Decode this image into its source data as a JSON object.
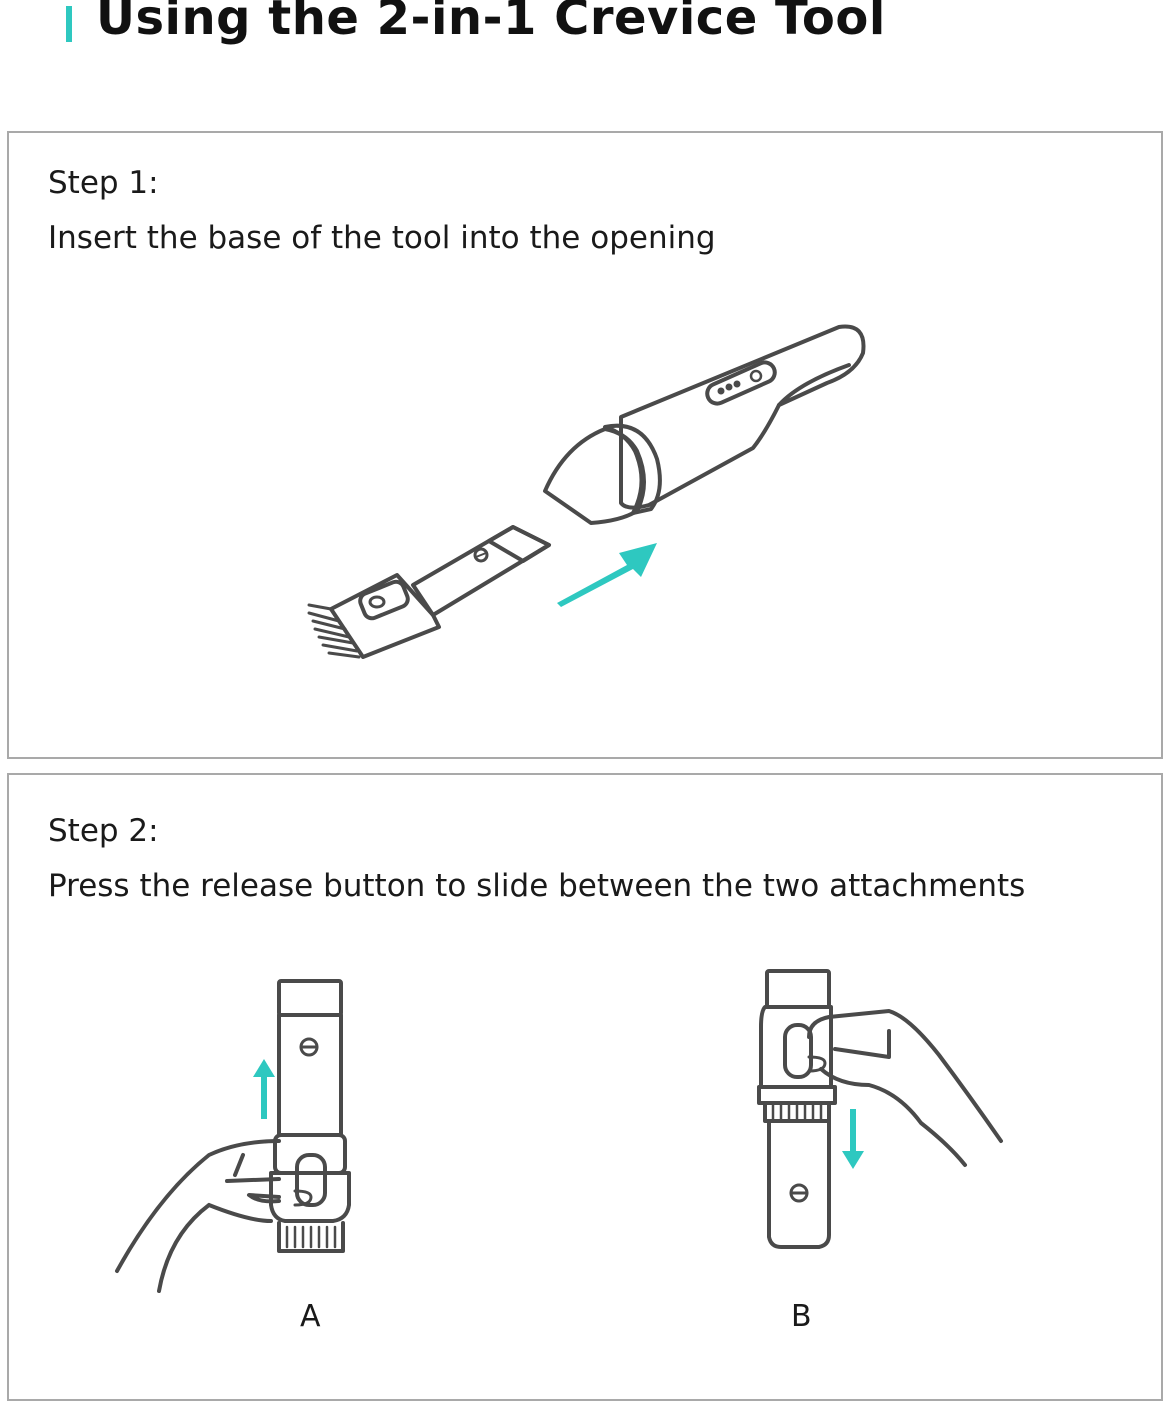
{
  "header": {
    "title": "Using the 2-in-1 Crevice Tool",
    "accent_color": "#2ec8c0"
  },
  "steps": [
    {
      "label": "Step 1:",
      "description": "Insert the base of the tool into the opening",
      "illustration": "vacuum-and-crevice-tool-insert-illustration"
    },
    {
      "label": "Step 2:",
      "description": "Press the release button to slide between the two attachments",
      "illustration": "hand-slide-attachment-illustration",
      "sub_labels": [
        "A",
        "B"
      ]
    }
  ],
  "colors": {
    "line": "#4a4a4a",
    "arrow": "#2ec8c0",
    "panel_border": "#a9a9a9"
  }
}
